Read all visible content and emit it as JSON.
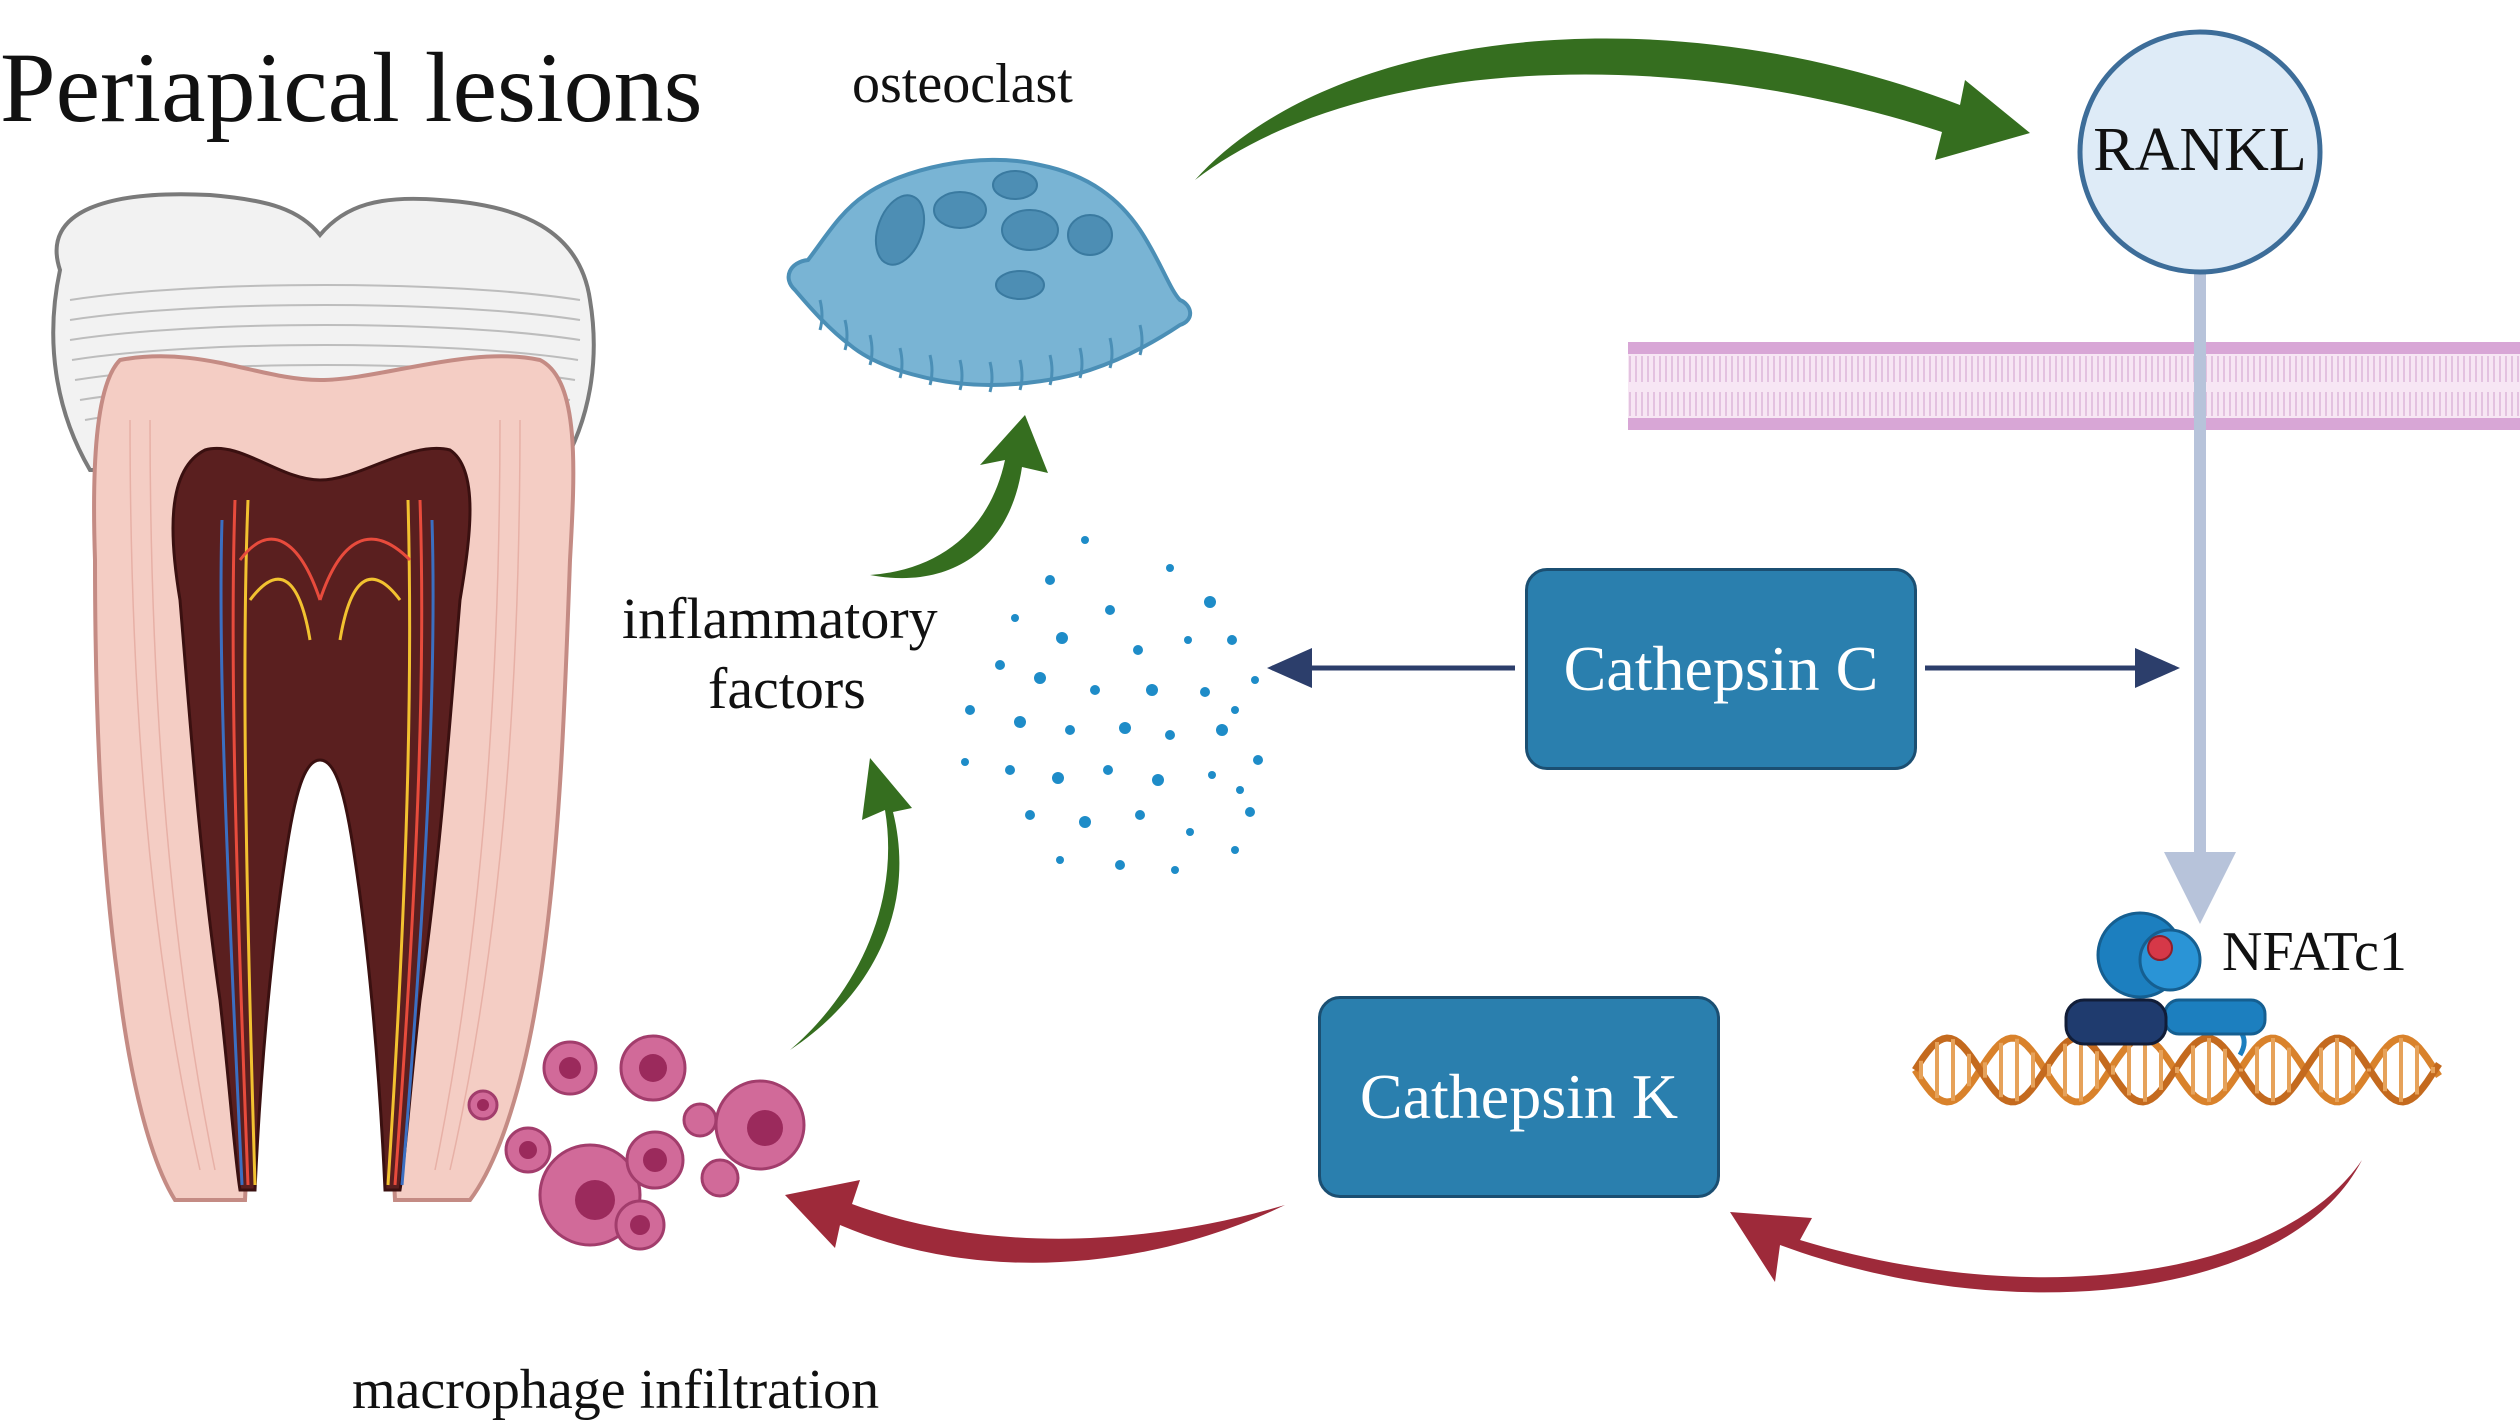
{
  "title": "Periapical lesions",
  "labels": {
    "osteoclast": "osteoclast",
    "rankl": "RANKL",
    "inflammatory": "inflammatory",
    "factors": "factors",
    "nfatc1": "NFATc1",
    "macrophage": "macrophage infiltration"
  },
  "boxes": {
    "cathepsin_c": "Cathepsin C",
    "cathepsin_k": "Cathepsin K"
  },
  "colors": {
    "box_fill": "#2a7fae",
    "green_arrow": "#356e1f",
    "red_arrow": "#9e2a3a",
    "navy_arrow": "#2c3e6b",
    "rankl_fill": "#deebf7",
    "osteoclast_fill": "#79b4d4",
    "macrophage_fill": "#c2457c",
    "dna_color": "#d9822b",
    "membrane_color": "#d8a6d6",
    "signal_arrow": "#b7c3da"
  },
  "icons": [
    "tooth-icon",
    "osteoclast-icon",
    "macrophage-cluster-icon",
    "dna-icon",
    "transcription-factor-icon",
    "cell-membrane-icon",
    "cytokine-dots-icon"
  ]
}
